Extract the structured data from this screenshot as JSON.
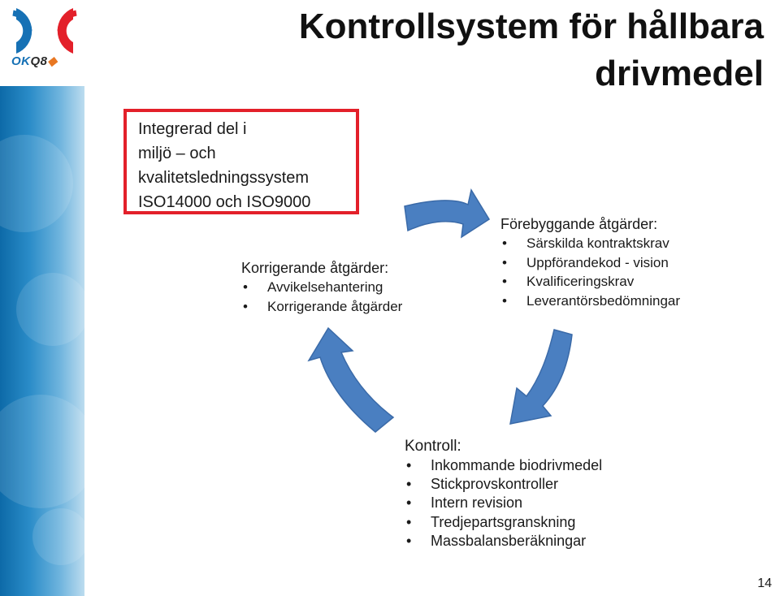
{
  "logo": {
    "brand_prefix": "OK",
    "brand_suffix": "Q8"
  },
  "title": {
    "line1": "Kontrollsystem för hållbara",
    "line2": "drivmedel"
  },
  "highlight_box": {
    "lines": [
      "Integrerad del i",
      "miljö – och",
      "kvalitetsledningssystem",
      "ISO14000 och ISO9000"
    ]
  },
  "korrigerande": {
    "heading": "Korrigerande åtgärder:",
    "items": [
      "Avvikelsehantering",
      "Korrigerande åtgärder"
    ]
  },
  "forebyggande": {
    "heading": "Förebyggande åtgärder:",
    "items": [
      "Särskilda kontraktskrav",
      "Uppförandekod - vision",
      "Kvalificeringskrav",
      "Leverantörsbedömningar"
    ]
  },
  "kontroll": {
    "heading": "Kontroll:",
    "items": [
      "Inkommande biodrivmedel",
      "Stickprovskontroller",
      "Intern revision",
      "Tredjepartsgranskning",
      "Massbalansberäkningar"
    ]
  },
  "page_number": "14",
  "colors": {
    "arrow": "#4a7fc1",
    "arrow_edge": "#3a6aa8",
    "highlight_border": "#e3202a",
    "side_band": "#1a7bbd"
  }
}
